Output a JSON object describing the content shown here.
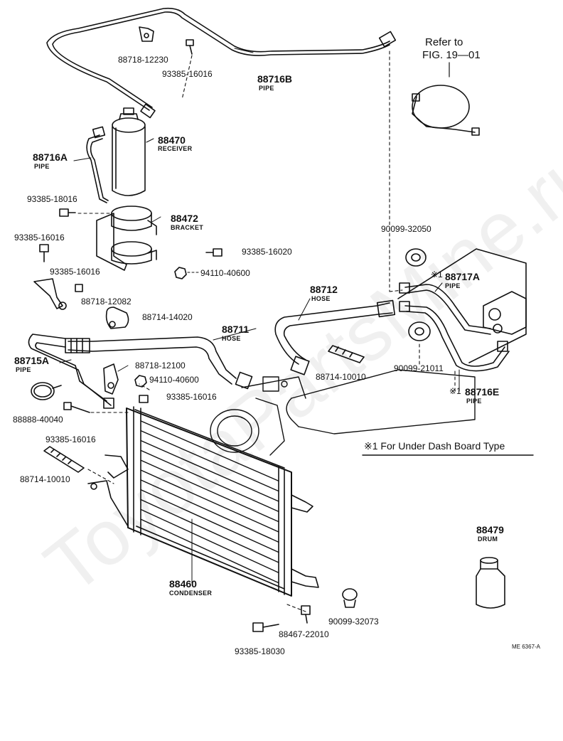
{
  "ref": {
    "line1": "Refer to",
    "line2": "FIG. 19—01"
  },
  "parts": {
    "p88718_12230": "88718-12230",
    "p93385_16016_a": "93385-16016",
    "p88716B": "88716B",
    "p88716B_name": "PIPE",
    "p88470": "88470",
    "p88470_name": "RECEIVER",
    "p88716A": "88716A",
    "p88716A_name": "PIPE",
    "p93385_18016": "93385-18016",
    "p88472": "88472",
    "p88472_name": "BRACKET",
    "p93385_16016_b": "93385-16016",
    "p93385_16020": "93385-16020",
    "p94110_40600_a": "94110-40600",
    "p93385_16016_c": "93385-16016",
    "p88718_12082": "88718-12082",
    "p88714_14020": "88714-14020",
    "p88711": "88711",
    "p88711_name": "HOSE",
    "p88712": "88712",
    "p88712_name": "HOSE",
    "p90099_32050": "90099-32050",
    "p88717A": "88717A",
    "p88717A_name": "PIPE",
    "p88715A": "88715A",
    "p88715A_name": "PIPE",
    "p88718_12100": "88718-12100",
    "p94110_40600_b": "94110-40600",
    "p88714_10010_a": "88714-10010",
    "p90099_21011": "90099-21011",
    "p88716E": "88716E",
    "p88716E_name": "PIPE",
    "p93385_16016_d": "93385-16016",
    "p88888_40040": "88888-40040",
    "p93385_16016_e": "93385-16016",
    "p88714_10010_b": "88714-10010",
    "p88479": "88479",
    "p88479_name": "DRUM",
    "p88460": "88460",
    "p88460_name": "CONDENSER",
    "p90099_32073": "90099-32073",
    "p88467_22010": "88467-22010",
    "p93385_18030": "93385-18030"
  },
  "marks": {
    "star1": "※1",
    "star2": "※1"
  },
  "note": "※1 For Under Dash Board Type",
  "code": "ME 6367-A",
  "watermark": "ToyotaPartsMine.ru"
}
